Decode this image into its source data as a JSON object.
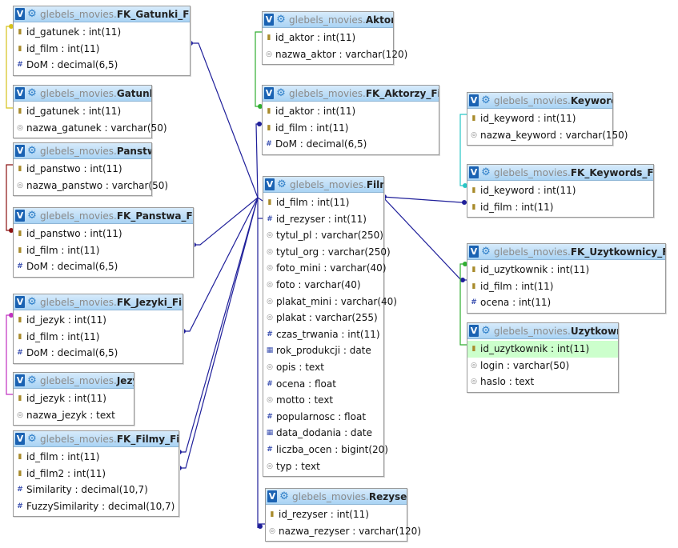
{
  "tables": [
    {
      "id": "fk_gatunki_filmy",
      "db": "glebels_movies.",
      "name": "FK_Gatunki_Filmy",
      "fields": [
        {
          "icon": "key",
          "text": "id_gatunek : int(11)"
        },
        {
          "icon": "key",
          "text": "id_film : int(11)"
        },
        {
          "icon": "num",
          "text": "DoM : decimal(6,5)"
        }
      ]
    },
    {
      "id": "gatunki",
      "db": "glebels_movies.",
      "name": "Gatunki",
      "fields": [
        {
          "icon": "key",
          "text": "id_gatunek : int(11)"
        },
        {
          "icon": "str",
          "text": "nazwa_gatunek : varchar(50)"
        }
      ]
    },
    {
      "id": "panstwa",
      "db": "glebels_movies.",
      "name": "Panstwa",
      "fields": [
        {
          "icon": "key",
          "text": "id_panstwo : int(11)"
        },
        {
          "icon": "str",
          "text": "nazwa_panstwo : varchar(50)"
        }
      ]
    },
    {
      "id": "fk_panstwa_filmy",
      "db": "glebels_movies.",
      "name": "FK_Panstwa_Filmy",
      "fields": [
        {
          "icon": "key",
          "text": "id_panstwo : int(11)"
        },
        {
          "icon": "key",
          "text": "id_film : int(11)"
        },
        {
          "icon": "num",
          "text": "DoM : decimal(6,5)"
        }
      ]
    },
    {
      "id": "fk_jezyki_filmy",
      "db": "glebels_movies.",
      "name": "FK_Jezyki_Filmy",
      "fields": [
        {
          "icon": "key",
          "text": "id_jezyk : int(11)"
        },
        {
          "icon": "key",
          "text": "id_film : int(11)"
        },
        {
          "icon": "num",
          "text": "DoM : decimal(6,5)"
        }
      ]
    },
    {
      "id": "jezyki",
      "db": "glebels_movies.",
      "name": "Jezyki",
      "fields": [
        {
          "icon": "key",
          "text": "id_jezyk : int(11)"
        },
        {
          "icon": "str",
          "text": "nazwa_jezyk : text"
        }
      ]
    },
    {
      "id": "fk_filmy_filmy",
      "db": "glebels_movies.",
      "name": "FK_Filmy_Filmy",
      "fields": [
        {
          "icon": "key",
          "text": "id_film : int(11)"
        },
        {
          "icon": "key",
          "text": "id_film2 : int(11)"
        },
        {
          "icon": "num",
          "text": "Similarity : decimal(10,7)"
        },
        {
          "icon": "num",
          "text": "FuzzySimilarity : decimal(10,7)"
        }
      ]
    },
    {
      "id": "aktorzy",
      "db": "glebels_movies.",
      "name": "Aktorzy",
      "fields": [
        {
          "icon": "key",
          "text": "id_aktor : int(11)"
        },
        {
          "icon": "str",
          "text": "nazwa_aktor : varchar(120)"
        }
      ]
    },
    {
      "id": "fk_aktorzy_filmy",
      "db": "glebels_movies.",
      "name": "FK_Aktorzy_Filmy",
      "fields": [
        {
          "icon": "key",
          "text": "id_aktor : int(11)"
        },
        {
          "icon": "key",
          "text": "id_film : int(11)"
        },
        {
          "icon": "num",
          "text": "DoM : decimal(6,5)"
        }
      ]
    },
    {
      "id": "filmy",
      "db": "glebels_movies.",
      "name": "Filmy",
      "fields": [
        {
          "icon": "key",
          "text": "id_film : int(11)"
        },
        {
          "icon": "num",
          "text": "id_rezyser : int(11)"
        },
        {
          "icon": "str",
          "text": "tytul_pl : varchar(250)"
        },
        {
          "icon": "str",
          "text": "tytul_org : varchar(250)"
        },
        {
          "icon": "str",
          "text": "foto_mini : varchar(40)"
        },
        {
          "icon": "str",
          "text": "foto : varchar(40)"
        },
        {
          "icon": "str",
          "text": "plakat_mini : varchar(40)"
        },
        {
          "icon": "str",
          "text": "plakat : varchar(255)"
        },
        {
          "icon": "num",
          "text": "czas_trwania : int(11)"
        },
        {
          "icon": "date",
          "text": "rok_produkcji : date"
        },
        {
          "icon": "str",
          "text": "opis : text"
        },
        {
          "icon": "num",
          "text": "ocena : float"
        },
        {
          "icon": "str",
          "text": "motto : text"
        },
        {
          "icon": "num",
          "text": "popularnosc : float"
        },
        {
          "icon": "date",
          "text": "data_dodania : date"
        },
        {
          "icon": "num",
          "text": "liczba_ocen : bigint(20)"
        },
        {
          "icon": "str",
          "text": "typ : text"
        }
      ]
    },
    {
      "id": "rezyserzy",
      "db": "glebels_movies.",
      "name": "Rezyserzy",
      "fields": [
        {
          "icon": "key",
          "text": "id_rezyser : int(11)"
        },
        {
          "icon": "str",
          "text": "nazwa_rezyser : varchar(120)"
        }
      ]
    },
    {
      "id": "keywords",
      "db": "glebels_movies.",
      "name": "Keywords",
      "fields": [
        {
          "icon": "key",
          "text": "id_keyword : int(11)"
        },
        {
          "icon": "str",
          "text": "nazwa_keyword : varchar(150)"
        }
      ]
    },
    {
      "id": "fk_keywords_filmy",
      "db": "glebels_movies.",
      "name": "FK_Keywords_Filmy",
      "fields": [
        {
          "icon": "key",
          "text": "id_keyword : int(11)"
        },
        {
          "icon": "key",
          "text": "id_film : int(11)"
        }
      ]
    },
    {
      "id": "fk_uzytkownicy_filmy",
      "db": "glebels_movies.",
      "name": "FK_Uzytkownicy_Filmy",
      "fields": [
        {
          "icon": "key",
          "text": "id_uzytkownik : int(11)"
        },
        {
          "icon": "key",
          "text": "id_film : int(11)"
        },
        {
          "icon": "num",
          "text": "ocena : int(11)"
        }
      ]
    },
    {
      "id": "uzytkownicy",
      "db": "glebels_movies.",
      "name": "Uzytkownicy",
      "fields": [
        {
          "icon": "key",
          "text": "id_uzytkownik : int(11)",
          "highlight": true
        },
        {
          "icon": "str",
          "text": "login : varchar(50)"
        },
        {
          "icon": "str",
          "text": "haslo : text"
        }
      ]
    }
  ],
  "icons": {
    "v_button": "V",
    "gear": "⚙",
    "key": "▮",
    "num": "#",
    "str": "◎",
    "date": "▦"
  },
  "colors": {
    "header_top": "#d7ebfb",
    "header_bottom": "#a9d3f4",
    "highlight_row": "#ccffcc",
    "relation_main": "#1f1f9a",
    "rel_gatunki": "#d6c21a",
    "rel_panstwa": "#8b1010",
    "rel_jezyki": "#c030c0",
    "rel_aktorzy": "#2fae2f",
    "rel_keywords": "#29c6c6",
    "rel_uzytkownicy": "#2fae2f"
  }
}
